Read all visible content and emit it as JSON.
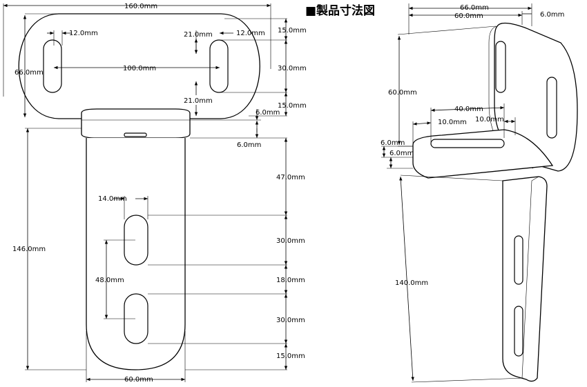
{
  "title": "■製品寸法図",
  "colors": {
    "line": "#000000",
    "background": "#ffffff"
  },
  "front_view": {
    "width_overall": "160.0mm",
    "slot_width_top": "12.0mm",
    "slot_width_top_right": "12.0mm",
    "slot_offset_x": "21.0mm",
    "slot_spacing": "100.0mm",
    "plate_height": "66.0mm",
    "top_margin": "15.0mm",
    "slot_length_top": "30.0mm",
    "bottom_margin_top": "15.0mm",
    "slot_offset_y": "21.0mm",
    "collar_thickness_1": "6.0mm",
    "collar_thickness_2": "6.0mm",
    "arm_top_margin": "47.0mm",
    "slot_width_arm": "14.0mm",
    "slot_length_arm_1": "30.0mm",
    "slot_gap_arm": "18.0mm",
    "slot_pitch_arm": "48.0mm",
    "slot_length_arm_2": "30.0mm",
    "arm_bottom_margin": "15.0mm",
    "arm_height": "146.0mm",
    "arm_width": "60.0mm"
  },
  "iso_view": {
    "depth_overall": "66.0mm",
    "depth_inner": "60.0mm",
    "thickness_top": "6.0mm",
    "back_height": "60.0mm",
    "slot_length": "40.0mm",
    "slot_offset_left": "10.0mm",
    "slot_offset_right": "10.0mm",
    "thickness_left_1": "6.0mm",
    "thickness_left_2": "6.0mm",
    "arm_length": "140.0mm"
  }
}
